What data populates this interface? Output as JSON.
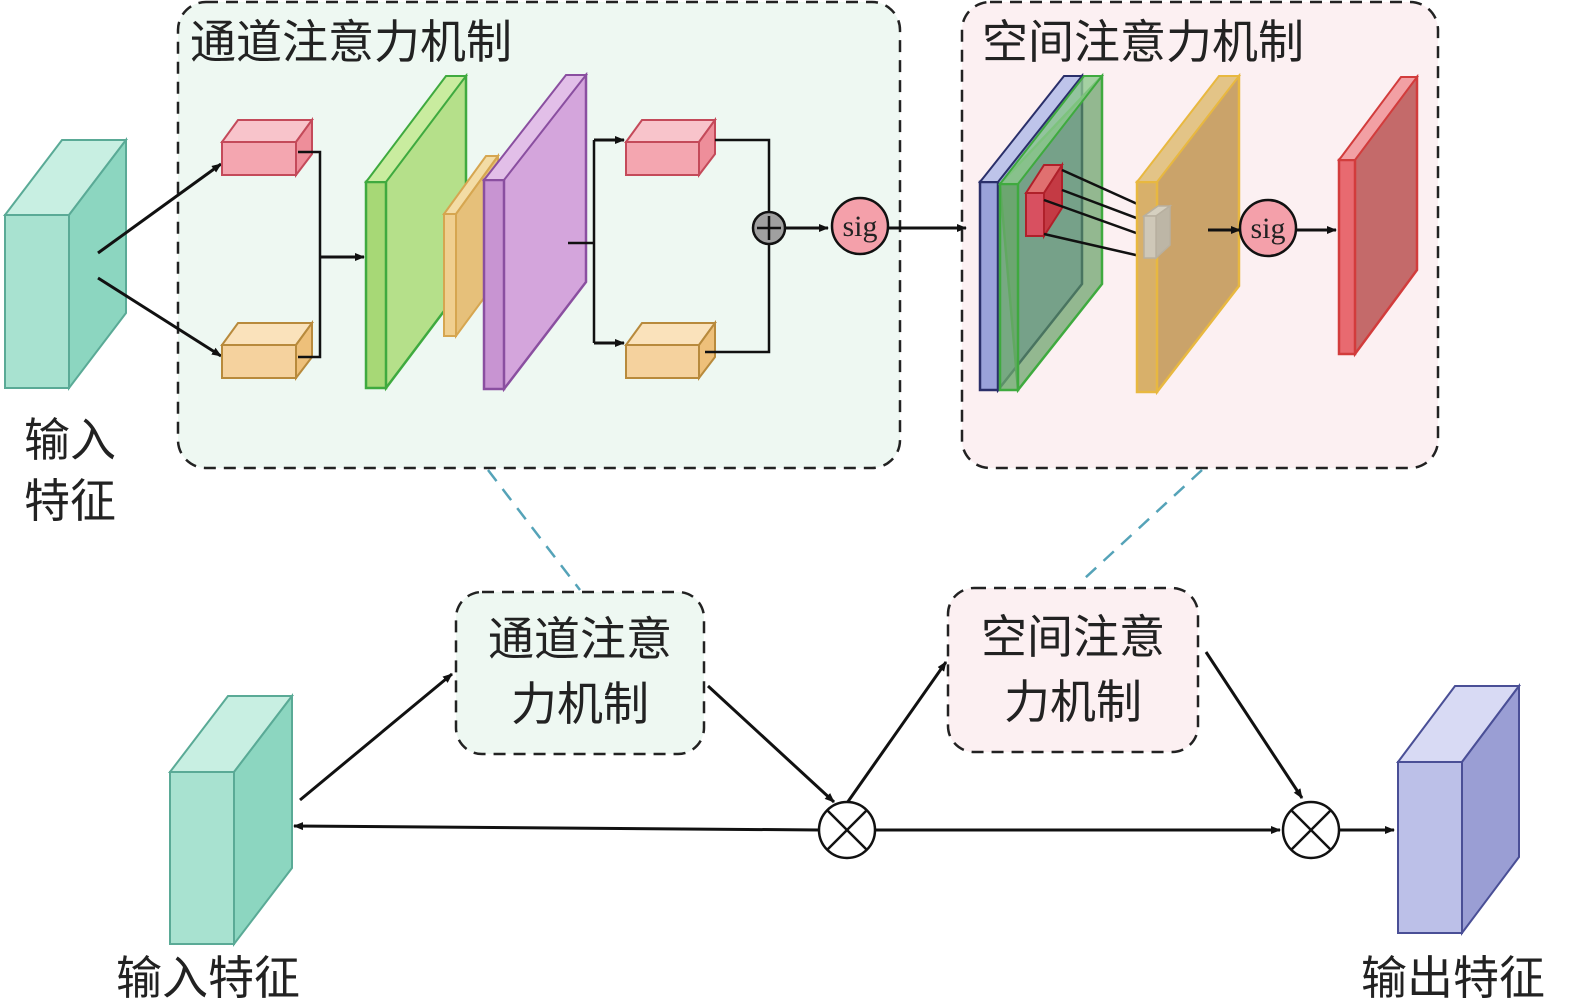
{
  "labels": {
    "channel_panel_title": "通道注意力机制",
    "spatial_panel_title": "空间注意力机制",
    "input_top_line1": "输入",
    "input_top_line2": "特征",
    "channel_block_line1": "通道注意",
    "channel_block_line2": "力机制",
    "spatial_block_line1": "空间注意",
    "spatial_block_line2": "力机制",
    "input_bottom": "输入特征",
    "output_bottom": "输出特征",
    "sigmoid_1": "sig",
    "sigmoid_2": "sig"
  },
  "colors": {
    "channel_panel_bg": "#eef8f2",
    "spatial_panel_bg": "#fcf0f2",
    "teal_front": "#a8e2d0",
    "teal_side": "#8cd6c0",
    "teal_top": "#c8efe2",
    "teal_edge": "#5aaa96",
    "pink_front": "#f4a6b0",
    "pink_edge": "#c44a5a",
    "orange_front": "#f5d29e",
    "orange_edge": "#b88a3c",
    "green_front": "#b5e08a",
    "green_edge": "#3faa3f",
    "purple_front": "#d4a5dc",
    "purple_edge": "#8a4fa0",
    "blue_front": "#a8b0e0",
    "blue_edge": "#2a2f6a",
    "gold_front": "#caa36a",
    "gold_edge": "#e8b840",
    "red_front": "#c46a6a",
    "red_edge": "#d23c3c",
    "output_front": "#bcc0e8",
    "output_side": "#9a9ed4",
    "output_top": "#d8daf4",
    "output_edge": "#4a4f96",
    "connector_dashed": "#55a3b8",
    "sigmoid_fill": "#f4a0aa",
    "plus_fill": "#a0a0a0"
  }
}
